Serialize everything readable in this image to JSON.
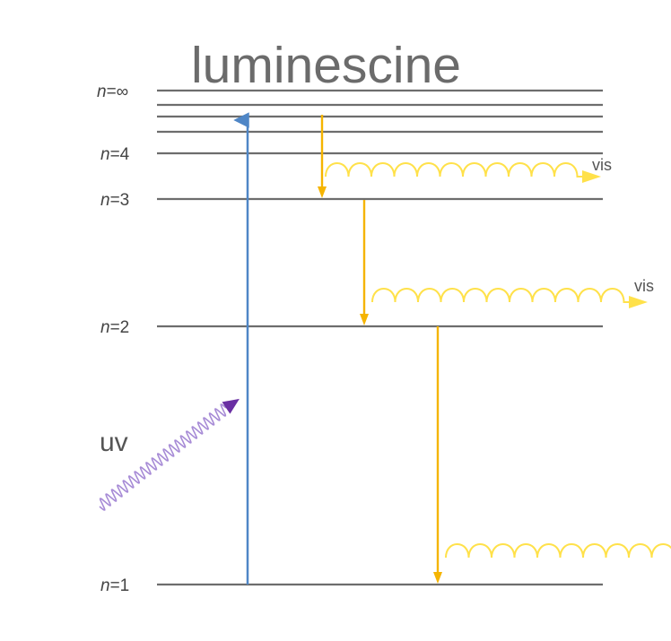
{
  "title": "luminescine",
  "levels": [
    {
      "n": "n",
      "eq": "=∞"
    },
    {
      "n": "n",
      "eq": "=4"
    },
    {
      "n": "n",
      "eq": "=3"
    },
    {
      "n": "n",
      "eq": "=2"
    },
    {
      "n": "n",
      "eq": "=1"
    }
  ],
  "photons": {
    "uv_label": "uv",
    "vis_label_1": "vis",
    "vis_label_2": "vis"
  },
  "colors": {
    "level_line": "#6d6d6d",
    "excitation_arrow": "#4f86c6",
    "emission_arrow": "#f5b400",
    "visible_wave": "#ffe14a",
    "uv_wave": "#a78bd6",
    "uv_arrowhead": "#6a2fa3"
  }
}
